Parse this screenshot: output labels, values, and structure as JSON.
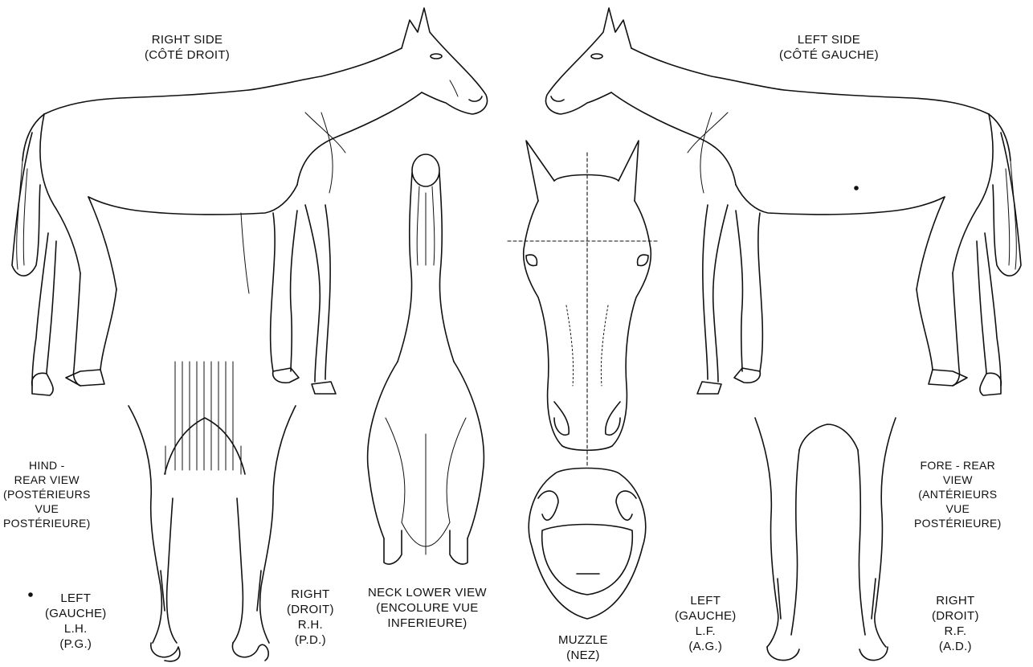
{
  "labels": {
    "right_side": [
      "RIGHT SIDE",
      "(CÔTÉ DROIT)"
    ],
    "left_side": [
      "LEFT SIDE",
      "(CÔTÉ GAUCHE)"
    ],
    "hind_rear": [
      "HIND -",
      "REAR VIEW",
      "(POSTÉRIEURS",
      "VUE",
      "POSTÉRIEURE)"
    ],
    "fore_rear": [
      "FORE - REAR",
      "VIEW",
      "(ANTÉRIEURS",
      "VUE",
      "POSTÉRIEURE)"
    ],
    "left_hind": [
      "LEFT",
      "(GAUCHE)",
      "L.H.",
      "(P.G.)"
    ],
    "right_hind": [
      "RIGHT",
      "(DROIT)",
      "R.H.",
      "(P.D.)"
    ],
    "neck": [
      "NECK LOWER VIEW",
      "(ENCOLURE VUE",
      "INFERIEURE)"
    ],
    "muzzle": [
      "MUZZLE",
      "(NEZ)"
    ],
    "left_fore": [
      "LEFT",
      "(GAUCHE)",
      "L.F.",
      "(A.G.)"
    ],
    "right_fore": [
      "RIGHT",
      "(DROIT)",
      "R.F.",
      "(A.D.)"
    ]
  }
}
